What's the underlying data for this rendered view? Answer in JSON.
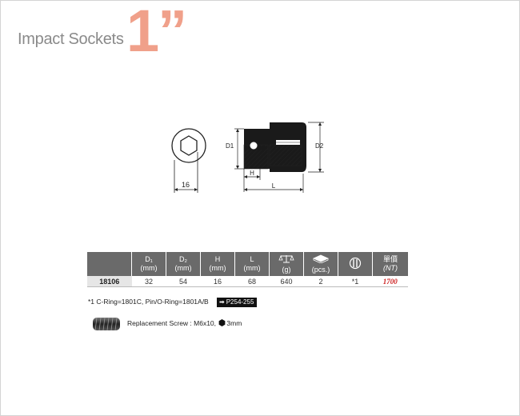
{
  "header": {
    "title": "Impact Sockets",
    "size": "1”"
  },
  "drawing": {
    "hex_size": "16",
    "label_d1": "D1",
    "label_d2": "D2",
    "label_h": "H",
    "label_l": "L"
  },
  "table": {
    "headers": [
      {
        "line1": "D₁",
        "line2": "(mm)"
      },
      {
        "line1": "D₂",
        "line2": "(mm)"
      },
      {
        "line1": "H",
        "line2": "(mm)"
      },
      {
        "line1": "L",
        "line2": "(mm)"
      },
      {
        "icon": "scale-icon",
        "line2": "(g)"
      },
      {
        "icon": "package-icon",
        "line2": "(pcs.)"
      },
      {
        "icon": "ring-pin-icon",
        "line2": ""
      },
      {
        "line1": "單價",
        "line2": "(NT)"
      }
    ],
    "row": {
      "code": "18106",
      "d1": "32",
      "d2": "54",
      "h": "16",
      "l": "68",
      "weight": "640",
      "pcs": "2",
      "ring": "*1",
      "price": "1700"
    }
  },
  "notes": {
    "ring_note": "*1 C-Ring=1801C, Pin/O-Ring=1801A/B",
    "page_ref": "P254-255",
    "screw_label": "Replacement Screw : M6x10,",
    "screw_size": "3mm"
  },
  "colors": {
    "accent": "#f0a08a",
    "header_bg": "#6a6a6a",
    "price": "#cc2222"
  }
}
